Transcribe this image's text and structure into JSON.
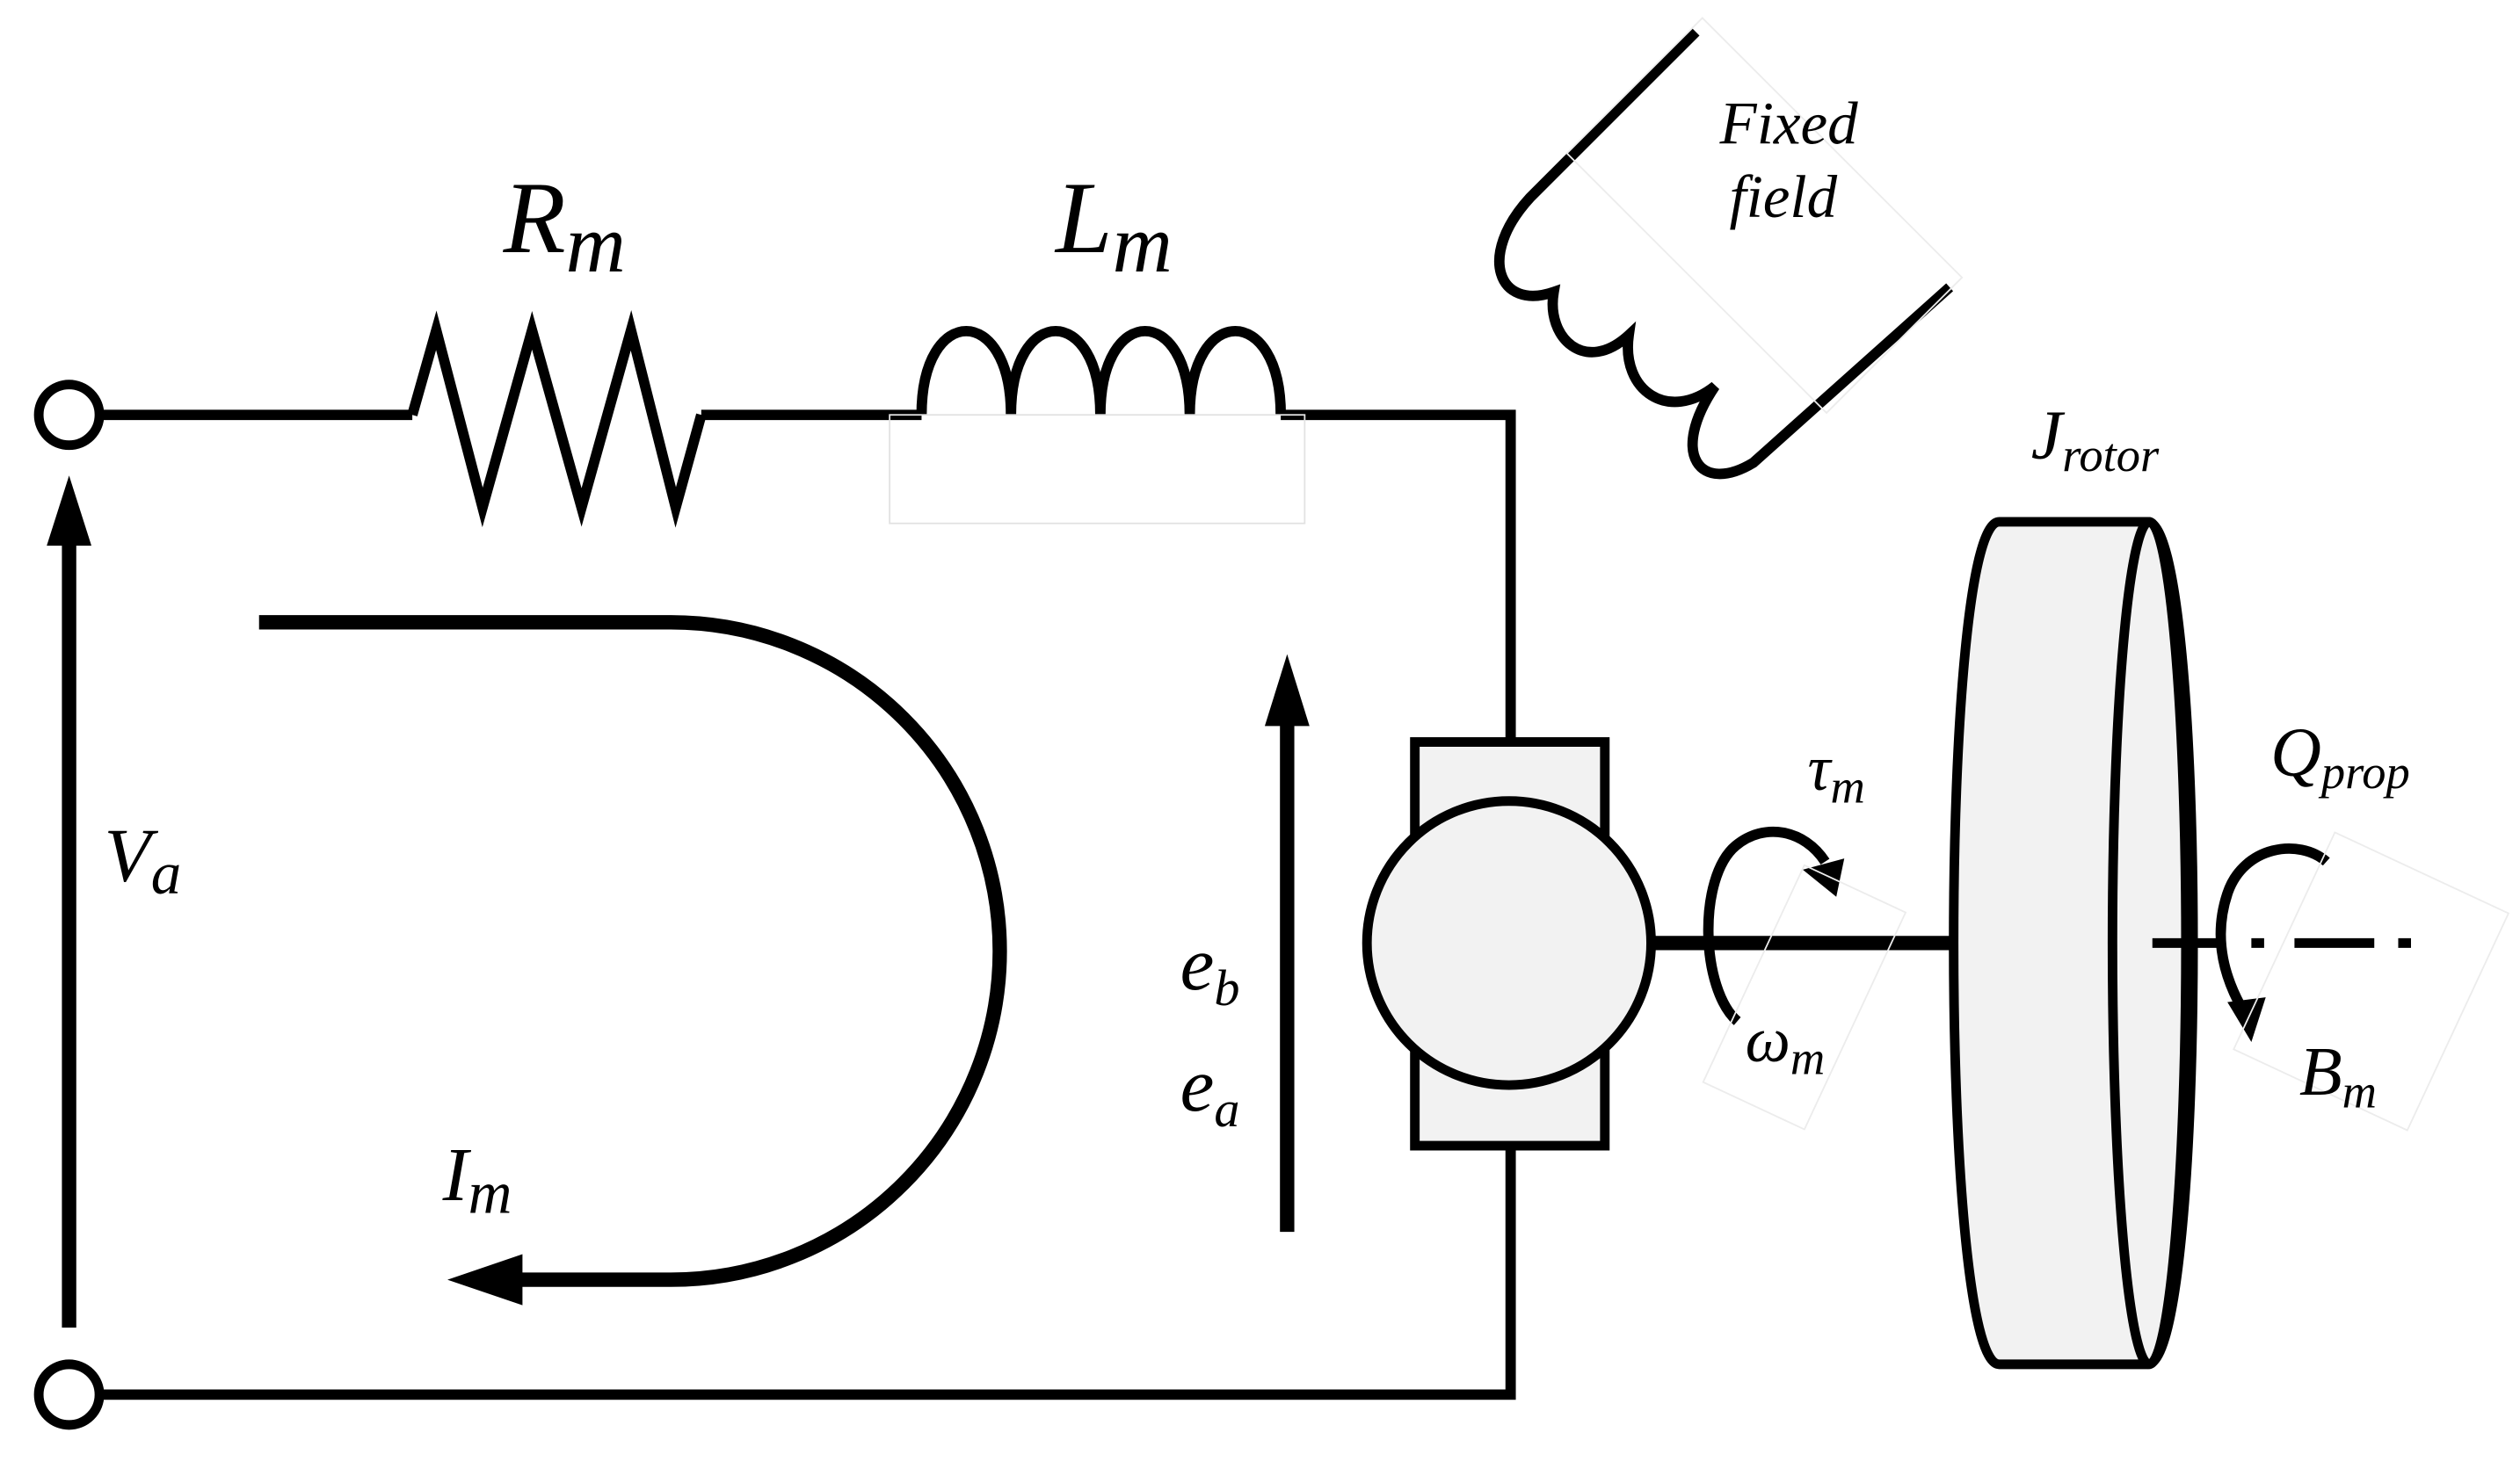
{
  "colors": {
    "stroke": "#000000",
    "fill_light": "#f2f2f2",
    "background": "#ffffff"
  },
  "labels": {
    "resistor": {
      "main": "R",
      "sub": "m"
    },
    "inductor": {
      "main": "L",
      "sub": "m"
    },
    "fixed_field": [
      "Fixed",
      "field"
    ],
    "voltage": {
      "main": "V",
      "sub": "a"
    },
    "current": {
      "main": "I",
      "sub": "m"
    },
    "back_emf_b": {
      "main": "e",
      "sub": "b"
    },
    "back_emf_a": {
      "main": "e",
      "sub": "a"
    },
    "torque": {
      "main": "τ",
      "sub": "m"
    },
    "speed": {
      "main": "ω",
      "sub": "m"
    },
    "inertia": {
      "main": "J",
      "sub": "rotor"
    },
    "load_torque": {
      "main": "Q",
      "sub": "prop"
    },
    "damping": {
      "main": "B",
      "sub": "m"
    }
  }
}
